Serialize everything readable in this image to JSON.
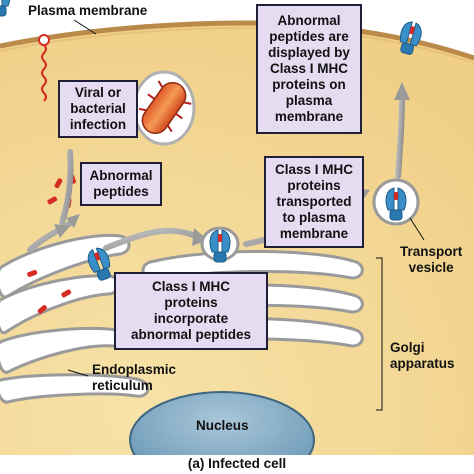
{
  "labels": {
    "plasma_membrane": "Plasma membrane",
    "viral_infection": "Viral or\nbacterial\ninfection",
    "abnormal_peptides": "Abnormal\npeptides",
    "displayed": "Abnormal\npeptides are\ndisplayed by\nClass I MHC\nproteins on\nplasma\nmembrane",
    "transported": "Class I MHC\nproteins\ntransported\nto plasma\nmembrane",
    "transport_vesicle": "Transport\nvesicle",
    "incorporate": "Class I MHC\nproteins\nincorporate\nabnormal peptides",
    "golgi": "Golgi\napparatus",
    "er": "Endoplasmic\nreticulum",
    "nucleus": "Nucleus",
    "caption": "(a) Infected cell"
  },
  "colors": {
    "cytoplasm": "#f6dd9e",
    "extracellular": "#ffffff",
    "box_fill": "#e6dcf2",
    "mhc": "#3a8fc8",
    "peptide": "#d62b24",
    "nucleus": "#7aa7c4",
    "arrow": "#9a9a9a"
  }
}
